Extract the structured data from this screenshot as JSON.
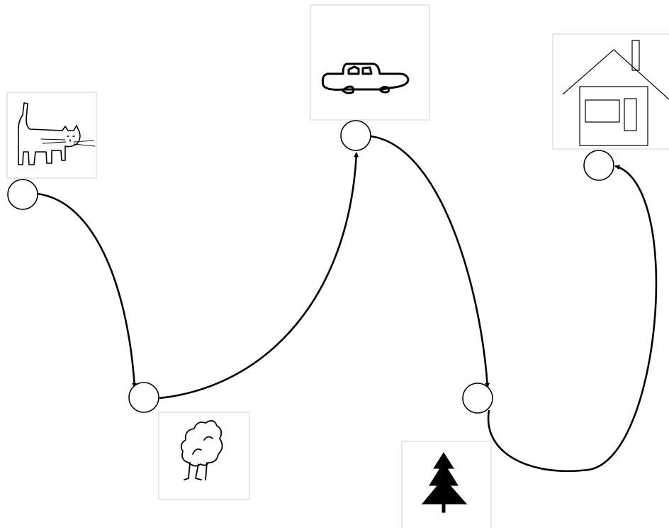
{
  "diagram": {
    "type": "path-diagram",
    "background": "#ffffff",
    "stroke_color": "#000000",
    "image_frame_color": "#d0d0d0",
    "nodes": [
      {
        "id": "cat",
        "picture": "cat-drawing-icon"
      },
      {
        "id": "tree",
        "picture": "tree-drawing-icon"
      },
      {
        "id": "car",
        "picture": "car-drawing-icon"
      },
      {
        "id": "fir",
        "picture": "fir-tree-icon"
      },
      {
        "id": "house",
        "picture": "house-drawing-icon"
      }
    ],
    "edges": [
      {
        "from": "cat",
        "to": "tree"
      },
      {
        "from": "tree",
        "to": "car"
      },
      {
        "from": "car",
        "to": "fir"
      },
      {
        "from": "fir",
        "to": "house"
      }
    ]
  }
}
